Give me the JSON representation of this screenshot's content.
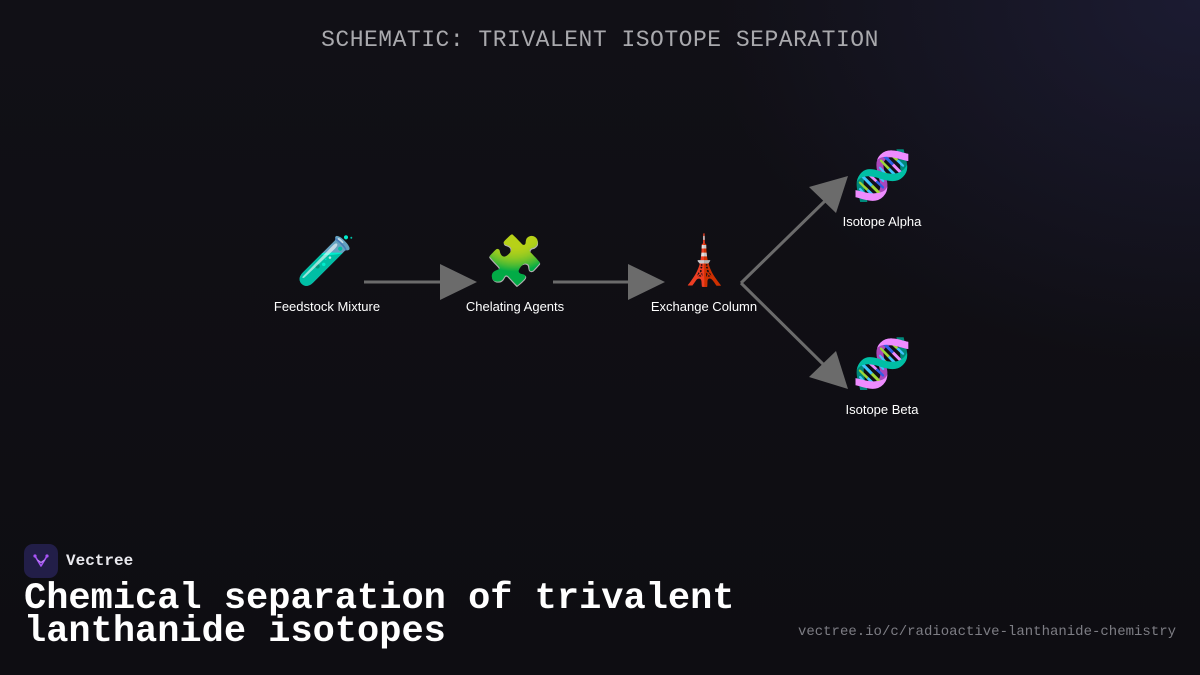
{
  "title": "SCHEMATIC: TRIVALENT ISOTOPE SEPARATION",
  "nodes": [
    {
      "id": "feedstock",
      "label": "Feedstock Mixture",
      "icon": "test-tube-icon",
      "glyph": "🧪"
    },
    {
      "id": "chelating",
      "label": "Chelating Agents",
      "icon": "puzzle-piece-icon",
      "glyph": "🧩"
    },
    {
      "id": "exchange",
      "label": "Exchange Column",
      "icon": "tower-icon",
      "glyph": "🗼"
    },
    {
      "id": "alpha",
      "label": "Isotope Alpha",
      "icon": "dna-icon",
      "glyph": "🧬"
    },
    {
      "id": "beta",
      "label": "Isotope Beta",
      "icon": "dna-icon",
      "glyph": "🧬"
    }
  ],
  "edges": [
    {
      "from": "feedstock",
      "to": "chelating"
    },
    {
      "from": "chelating",
      "to": "exchange"
    },
    {
      "from": "exchange",
      "to": "alpha"
    },
    {
      "from": "exchange",
      "to": "beta"
    }
  ],
  "brand": {
    "name": "Vectree",
    "logo_icon": "vectree-logo-icon"
  },
  "headline": "Chemical separation of trivalent lanthanide isotopes",
  "source_url": "vectree.io/c/radioactive-lanthanide-chemistry",
  "colors": {
    "background": "#0f0e13",
    "arrow": "#6b6b6b",
    "title": "#a9a9ad",
    "label": "#ffffff",
    "logo_bg": "#221e48",
    "logo_accent": "#a855f7"
  }
}
